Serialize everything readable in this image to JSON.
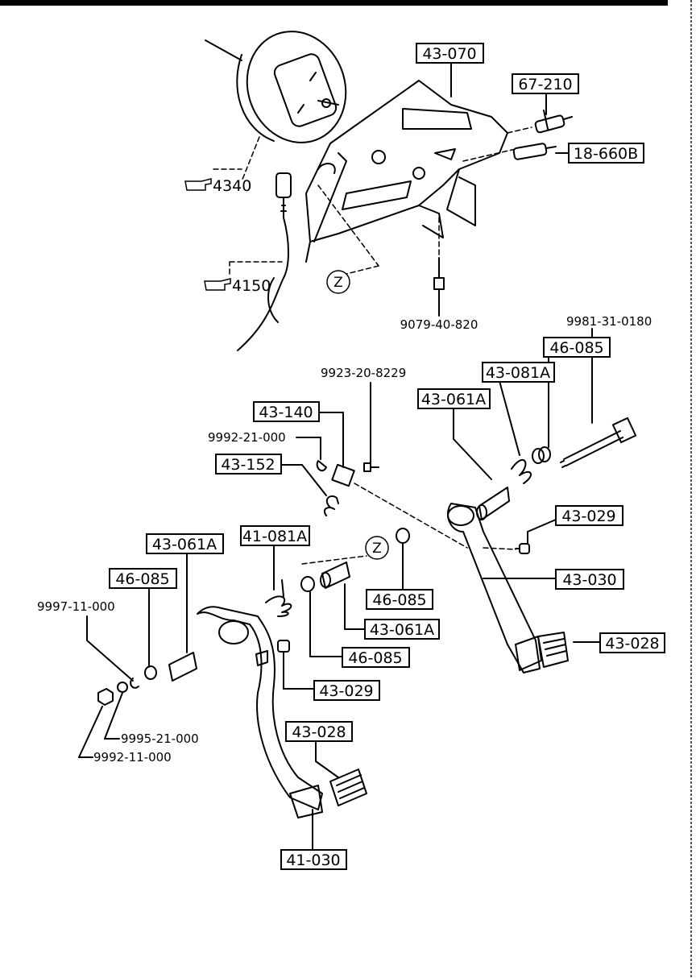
{
  "colors": {
    "ink": "#000000",
    "paper": "#ffffff"
  },
  "labels": {
    "l43070": "43-070",
    "l67210": "67-210",
    "l18660b": "18-660B",
    "l907940820": "9079-40-820",
    "l9981310180": "9981-31-0180",
    "l46085a": "46-085",
    "l43081a": "43-081A",
    "l43061a_top": "43-061A",
    "l9923208229": "9923-20-8229",
    "l43140": "43-140",
    "l999221000": "9992-21-000",
    "l43152": "43-152",
    "l43029a": "43-029",
    "l43030": "43-030",
    "l43028a": "43-028",
    "l43061a_left": "43-061A",
    "l41081a": "41-081A",
    "l46085b": "46-085",
    "l46085c": "46-085",
    "l43061a_mid": "43-061A",
    "l46085d": "46-085",
    "l43029b": "43-029",
    "l999711000": "9997-11-000",
    "l999521000": "9995-21-000",
    "l999211000": "9992-11-000",
    "l43028b": "43-028",
    "l41030": "41-030"
  },
  "refs": {
    "r4340": "4340",
    "r4150": "4150"
  },
  "zones": {
    "z1": "Z",
    "z2": "Z"
  },
  "icons": {
    "pointer": "pointing-hand-icon"
  }
}
